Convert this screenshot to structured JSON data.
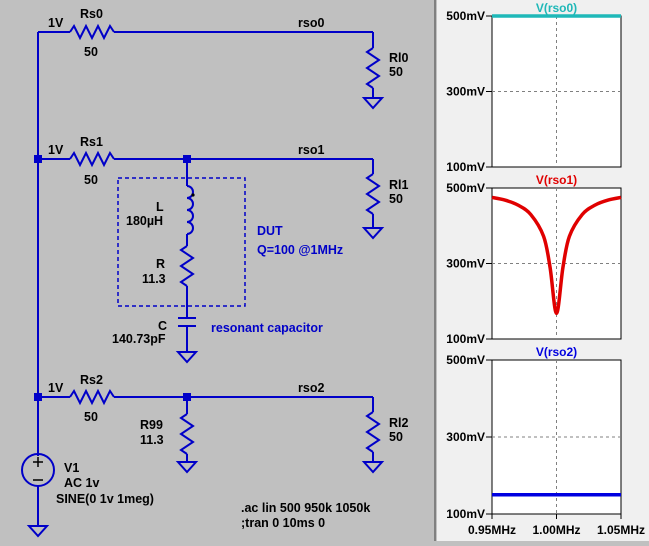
{
  "schematic": {
    "source_voltage_labels": [
      "1V",
      "1V",
      "1V"
    ],
    "rs0": {
      "name": "Rs0",
      "value": "50"
    },
    "rs1": {
      "name": "Rs1",
      "value": "50"
    },
    "rs2": {
      "name": "Rs2",
      "value": "50"
    },
    "rl0": {
      "name": "Rl0",
      "value": "50"
    },
    "rl1": {
      "name": "Rl1",
      "value": "50"
    },
    "rl2": {
      "name": "Rl2",
      "value": "50"
    },
    "net_rso0": "rso0",
    "net_rso1": "rso1",
    "net_rso2": "rso2",
    "inductor": {
      "name": "L",
      "value": "180µH"
    },
    "resistor_r": {
      "name": "R",
      "value": "11.3"
    },
    "capacitor": {
      "name": "C",
      "value": "140.73pF"
    },
    "r99": {
      "name": "R99",
      "value": "11.3"
    },
    "dut_label": "DUT",
    "dut_q": "Q=100 @1MHz",
    "cap_note": "resonant capacitor",
    "source": {
      "name": "V1",
      "ac": "AC 1v",
      "sine": "SINE(0 1v 1meg)"
    },
    "directive_ac": ".ac lin 500 950k 1050k",
    "directive_tran": ";tran 0 10ms 0"
  },
  "plot": {
    "x_ticks": [
      "0.95MHz",
      "1.00MHz",
      "1.05MHz"
    ],
    "panes": [
      {
        "title": "V(rso0)",
        "y_top": "500mV",
        "y_mid": "300mV",
        "y_bottom": "100mV",
        "color": "#1fb8b8"
      },
      {
        "title": "V(rso1)",
        "y_top": "500mV",
        "y_mid": "300mV",
        "y_bottom": "100mV",
        "color": "#e00000"
      },
      {
        "title": "V(rso2)",
        "y_top": "500mV",
        "y_mid": "300mV",
        "y_bottom": "100mV",
        "color": "#0000e0"
      }
    ]
  },
  "chart_data": {
    "type": "line",
    "xlabel": "",
    "ylabel": "",
    "x_range_mhz": [
      0.95,
      1.05
    ],
    "ylim_mv": [
      100,
      500
    ],
    "series": [
      {
        "name": "V(rso0)",
        "x": [
          0.95,
          1.05
        ],
        "y": [
          500,
          500
        ]
      },
      {
        "name": "V(rso1)",
        "x": [
          0.95,
          0.96,
          0.97,
          0.98,
          0.99,
          0.995,
          1.0,
          1.005,
          1.01,
          1.02,
          1.03,
          1.04,
          1.05
        ],
        "y": [
          475,
          468,
          455,
          430,
          372,
          290,
          168,
          290,
          372,
          430,
          455,
          468,
          475
        ]
      },
      {
        "name": "V(rso2)",
        "x": [
          0.95,
          1.05
        ],
        "y": [
          150,
          150
        ]
      }
    ]
  }
}
